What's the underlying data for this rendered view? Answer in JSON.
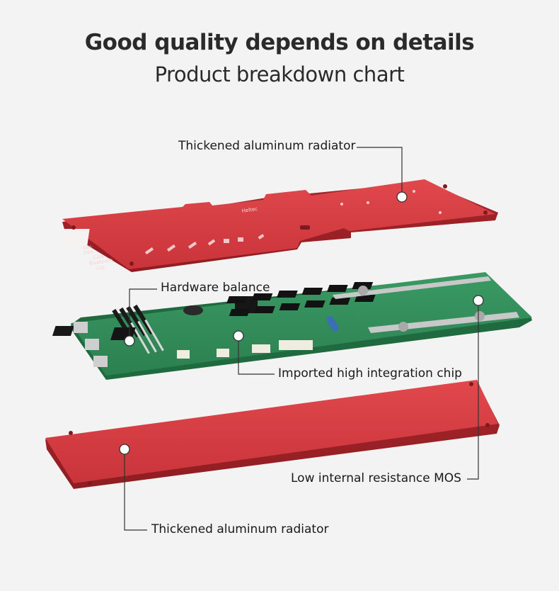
{
  "header": {
    "title": "Good quality depends on details",
    "subtitle": "Product breakdown chart"
  },
  "top_plate": {
    "silk_lines": [
      "DIN-",
      "DIN+",
      "CAN",
      "Bluetooth",
      "LCD"
    ],
    "brand": "Heltec"
  },
  "callouts": {
    "top_radiator": "Thickened aluminum radiator",
    "hardware_balance": "Hardware balance",
    "chip": "Imported high integration chip",
    "mos": "Low internal resistance MOS",
    "bottom_radiator": "Thickened aluminum radiator"
  },
  "colors": {
    "background": "#f3f3f3",
    "aluminum_red": "#d23a3f",
    "pcb_green": "#2f8a55",
    "leader_line": "#333333"
  }
}
